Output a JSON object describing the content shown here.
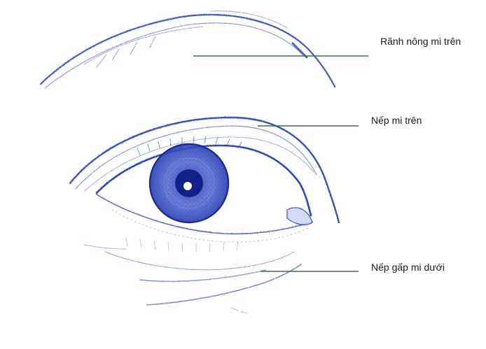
{
  "labels": {
    "upper_crease": "Rãnh nông mi trên",
    "upper_fold": "Nếp mi trên",
    "lower_fold": "Nếp gấp mi dưới"
  },
  "colors": {
    "sketch_ink": "#1f3fb8",
    "leader_line": "#3c6e48",
    "label_text": "#1a1a1a",
    "caption_text": "#3a8fd8"
  },
  "icons": {
    "illustration": "eye-sketch-illustration"
  }
}
